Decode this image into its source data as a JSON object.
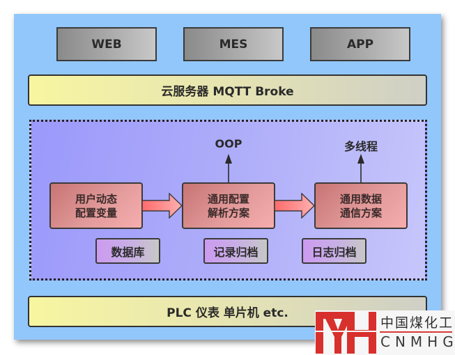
{
  "diagram": {
    "top_apps": [
      {
        "label": "WEB"
      },
      {
        "label": "MES"
      },
      {
        "label": "APP"
      }
    ],
    "cloud_bar": {
      "label": "云服务器 MQTT Broke"
    },
    "core": {
      "modules": [
        {
          "line1": "用户动态",
          "line2": "配置变量",
          "storage": "数据库"
        },
        {
          "line1": "通用配置",
          "line2": "解析方案",
          "storage": "记录归档",
          "output": "OOP"
        },
        {
          "line1": "通用数据",
          "line2": "通信方案",
          "storage": "日志归档",
          "output": "多线程"
        }
      ]
    },
    "device_bar": {
      "label": "PLC 仪表 单片机 etc."
    }
  },
  "watermark": {
    "cn_text": "中国煤化工",
    "en_text": "CNMHG",
    "brand_color": "#d83a35"
  },
  "colors": {
    "panel_bg": "#92c7fc",
    "core_bg": "#aeadf9",
    "module_fill": "#e29a9a",
    "arrow_fill": "#ff7a7a"
  }
}
